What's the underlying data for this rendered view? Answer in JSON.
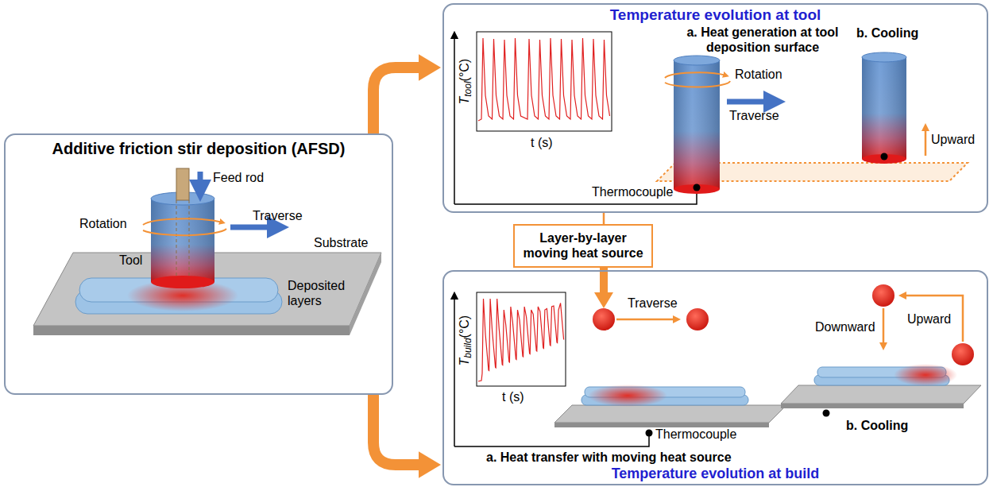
{
  "diagram": {
    "nodes": [
      {
        "text": [
          "Additive friction stir deposition (AFSD)"
        ]
      },
      {
        "text": [
          "Temperature evolution at tool"
        ]
      },
      {
        "text": [
          "Layer-by-layer moving heat source"
        ]
      },
      {
        "text": [
          "Temperature evolution at build"
        ]
      }
    ],
    "edges": [
      {
        "from": 0,
        "to": 1,
        "arrow": "to"
      },
      {
        "from": 0,
        "to": 3,
        "arrow": "to"
      },
      {
        "from": 1,
        "to": 2,
        "arrow": "none"
      },
      {
        "from": 2,
        "to": 3,
        "arrow": "to"
      }
    ],
    "labels": [
      "Feed rod",
      "Rotation",
      "Traverse",
      "Substrate",
      "Tool",
      "Deposited layers",
      "T",
      "tool",
      "(°C)",
      "t (s)",
      "a. Heat generation at tool deposition surface",
      "Rotation",
      "Traverse",
      "Thermocouple",
      "b. Cooling",
      "Upward",
      "T",
      "build",
      "(°C)",
      "t (s)",
      "Traverse",
      "Thermocouple",
      "a. Heat transfer with moving heat source",
      "b. Cooling",
      "Downward",
      "Upward"
    ]
  }
}
